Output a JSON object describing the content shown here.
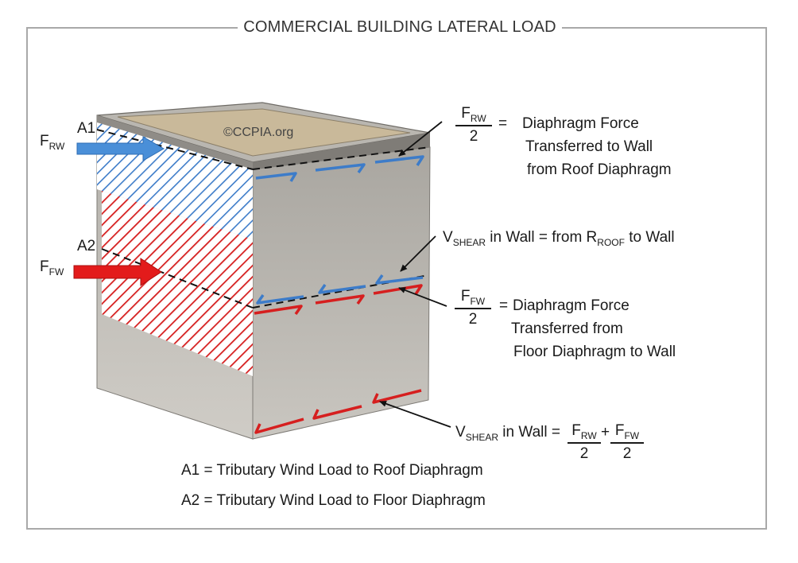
{
  "title": "COMMERCIAL BUILDING LATERAL LOAD",
  "watermark": "©CCPIA.org",
  "forces": {
    "roof": {
      "symbol": "F",
      "subscript": "RW",
      "area_label": "A1"
    },
    "floor": {
      "symbol": "F",
      "subscript": "FW",
      "area_label": "A2"
    }
  },
  "annotations": {
    "roof_diaphragm": {
      "fraction_numerator": "F",
      "fraction_numerator_sub": "RW",
      "fraction_denominator": "2",
      "equals": "=",
      "line1": "Diaphragm Force",
      "line2": "Transferred to Wall",
      "line3": "from Roof Diaphragm"
    },
    "vshear_roof": {
      "symbol": "V",
      "subscript": "SHEAR",
      "text_mid": " in Wall = from R",
      "subscript2": "ROOF",
      "text_end": " to Wall"
    },
    "floor_diaphragm": {
      "fraction_numerator": "F",
      "fraction_numerator_sub": "FW",
      "fraction_denominator": "2",
      "equals": "=",
      "line1": "Diaphragm Force",
      "line2": "Transferred from",
      "line3": "Floor Diaphragm to Wall"
    },
    "vshear_total": {
      "symbol": "V",
      "subscript": "SHEAR",
      "text_mid": " in Wall =",
      "term1_num": "F",
      "term1_sub": "RW",
      "term1_den": "2",
      "plus": "+",
      "term2_num": "F",
      "term2_sub": "FW",
      "term2_den": "2"
    }
  },
  "legend": {
    "a1": "A1 = Tributary Wind Load to Roof Diaphragm",
    "a2": "A2 = Tributary Wind Load to Floor Diaphragm"
  },
  "colors": {
    "roof": "#3d7cc9",
    "floor": "#d61f1f",
    "wall_front": "#b8b5ae",
    "wall_side": "#9e9b95",
    "frame": "#a9a9a9"
  }
}
